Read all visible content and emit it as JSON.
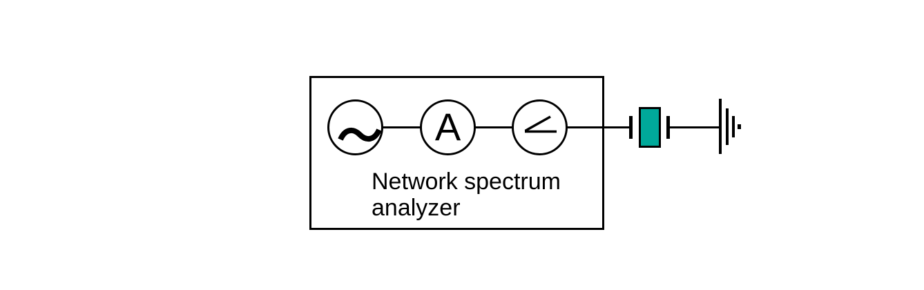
{
  "diagram": {
    "type": "schematic",
    "analyzer": {
      "label": "Network spectrum\nanalyzer",
      "instruments": [
        {
          "id": "ac-source",
          "icon": "sine-wave-icon",
          "symbol": ""
        },
        {
          "id": "ammeter",
          "icon": "letter-symbol",
          "symbol": "A"
        },
        {
          "id": "phase-meter",
          "icon": "phase-angle-icon",
          "symbol": ""
        }
      ]
    },
    "crystal": {
      "name": "piezoelectric-crystal",
      "fill": "#00A99A",
      "stroke": "#000000"
    },
    "ground": {
      "icon": "earth-ground-icon",
      "bars": 4
    },
    "colors": {
      "line": "#000000",
      "background": "#ffffff",
      "crystal_fill": "#00A99A"
    }
  }
}
